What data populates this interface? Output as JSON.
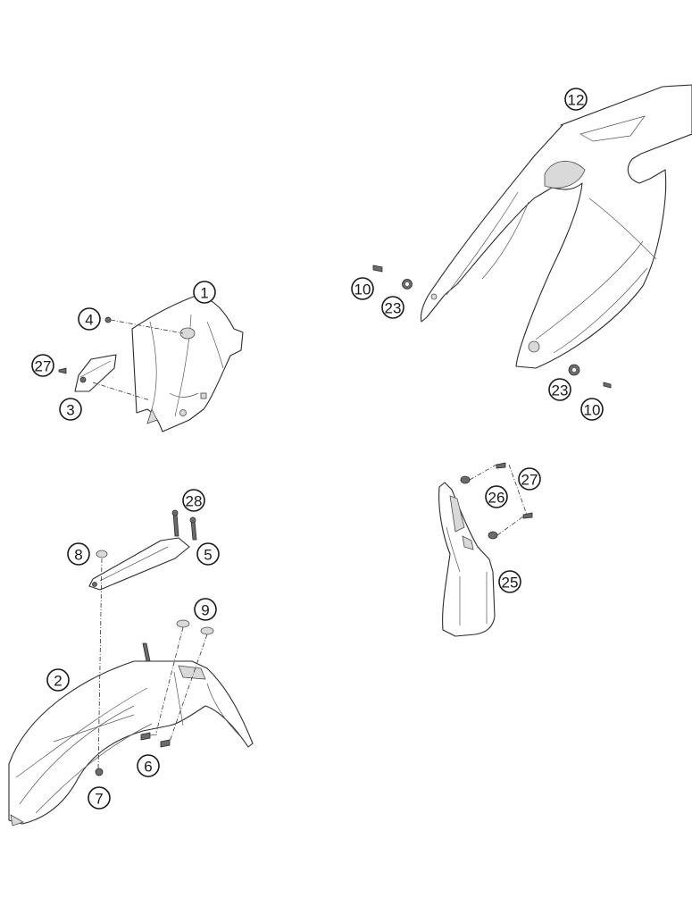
{
  "callouts": {
    "c1": "1",
    "c2": "2",
    "c3": "3",
    "c4": "4",
    "c5": "5",
    "c6": "6",
    "c7": "7",
    "c8": "8",
    "c9": "9",
    "c10a": "10",
    "c10b": "10",
    "c12": "12",
    "c23a": "23",
    "c23b": "23",
    "c25": "25",
    "c26": "26",
    "c27a": "27",
    "c27b": "27",
    "c28": "28"
  },
  "colors": {
    "line": "#2b2b2b",
    "shade": "#d9d9d9",
    "background": "#ffffff"
  }
}
